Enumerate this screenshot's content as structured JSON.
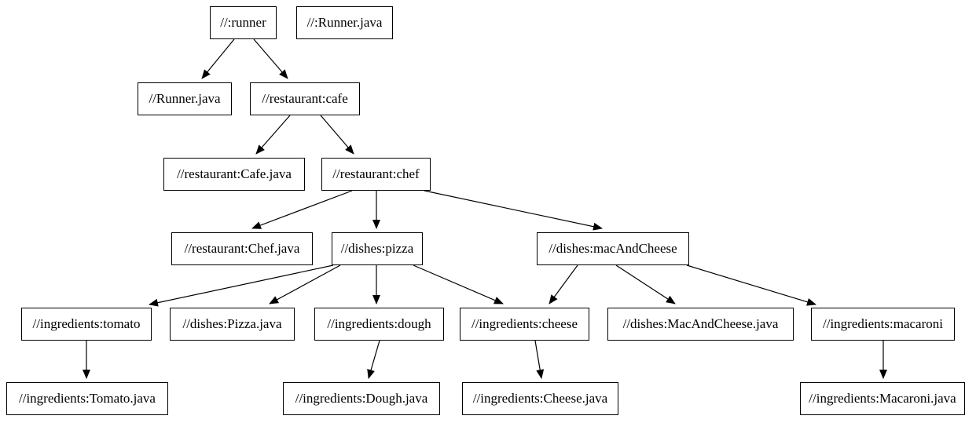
{
  "diagram": {
    "type": "dependency-graph",
    "background_color": "#ffffff",
    "node_fill_color": "#ffffff",
    "node_border_color": "#000000",
    "edge_color": "#000000",
    "text_color": "#000000"
  },
  "nodes": [
    {
      "id": "runner",
      "label": "//:runner"
    },
    {
      "id": "runner-java-isolated",
      "label": "//:Runner.java"
    },
    {
      "id": "runner-java",
      "label": "//Runner.java"
    },
    {
      "id": "cafe",
      "label": "//restaurant:cafe"
    },
    {
      "id": "cafe-java",
      "label": "//restaurant:Cafe.java"
    },
    {
      "id": "chef",
      "label": "//restaurant:chef"
    },
    {
      "id": "chef-java",
      "label": "//restaurant:Chef.java"
    },
    {
      "id": "pizza",
      "label": "//dishes:pizza"
    },
    {
      "id": "mac-and-cheese",
      "label": "//dishes:macAndCheese"
    },
    {
      "id": "tomato",
      "label": "//ingredients:tomato"
    },
    {
      "id": "pizza-java",
      "label": "//dishes:Pizza.java"
    },
    {
      "id": "dough",
      "label": "//ingredients:dough"
    },
    {
      "id": "cheese",
      "label": "//ingredients:cheese"
    },
    {
      "id": "mac-and-cheese-java",
      "label": "//dishes:MacAndCheese.java"
    },
    {
      "id": "macaroni",
      "label": "//ingredients:macaroni"
    },
    {
      "id": "tomato-java",
      "label": "//ingredients:Tomato.java"
    },
    {
      "id": "dough-java",
      "label": "//ingredients:Dough.java"
    },
    {
      "id": "cheese-java",
      "label": "//ingredients:Cheese.java"
    },
    {
      "id": "macaroni-java",
      "label": "//ingredients:Macaroni.java"
    }
  ],
  "edges": [
    {
      "from": "//:runner",
      "to": "//Runner.java"
    },
    {
      "from": "//:runner",
      "to": "//restaurant:cafe"
    },
    {
      "from": "//restaurant:cafe",
      "to": "//restaurant:Cafe.java"
    },
    {
      "from": "//restaurant:cafe",
      "to": "//restaurant:chef"
    },
    {
      "from": "//restaurant:chef",
      "to": "//restaurant:Chef.java"
    },
    {
      "from": "//restaurant:chef",
      "to": "//dishes:pizza"
    },
    {
      "from": "//restaurant:chef",
      "to": "//dishes:macAndCheese"
    },
    {
      "from": "//dishes:pizza",
      "to": "//ingredients:tomato"
    },
    {
      "from": "//dishes:pizza",
      "to": "//dishes:Pizza.java"
    },
    {
      "from": "//dishes:pizza",
      "to": "//ingredients:dough"
    },
    {
      "from": "//dishes:pizza",
      "to": "//ingredients:cheese"
    },
    {
      "from": "//dishes:macAndCheese",
      "to": "//ingredients:cheese"
    },
    {
      "from": "//dishes:macAndCheese",
      "to": "//dishes:MacAndCheese.java"
    },
    {
      "from": "//dishes:macAndCheese",
      "to": "//ingredients:macaroni"
    },
    {
      "from": "//ingredients:tomato",
      "to": "//ingredients:Tomato.java"
    },
    {
      "from": "//ingredients:dough",
      "to": "//ingredients:Dough.java"
    },
    {
      "from": "//ingredients:cheese",
      "to": "//ingredients:Cheese.java"
    },
    {
      "from": "//ingredients:macaroni",
      "to": "//ingredients:Macaroni.java"
    }
  ]
}
